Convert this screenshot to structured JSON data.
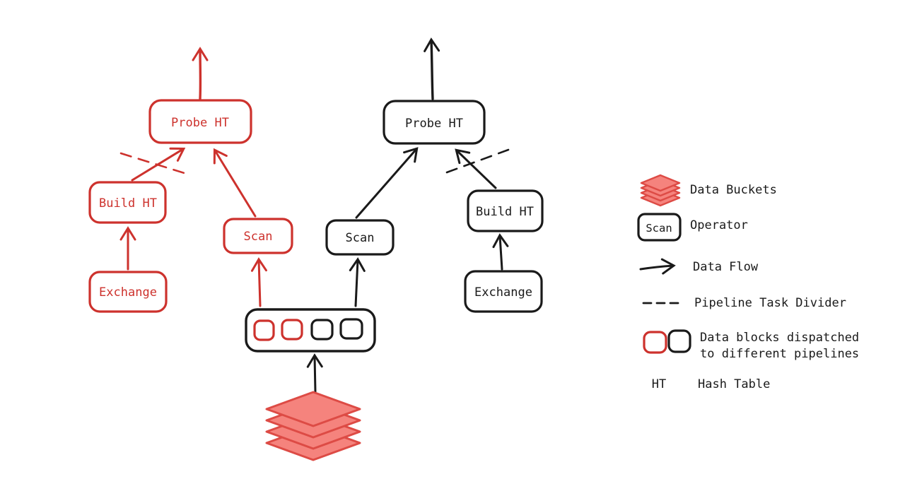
{
  "red_pipeline": {
    "probe_ht": "Probe HT",
    "build_ht": "Build HT",
    "scan": "Scan",
    "exchange": "Exchange"
  },
  "black_pipeline": {
    "probe_ht": "Probe HT",
    "build_ht": "Build HT",
    "scan": "Scan",
    "exchange": "Exchange"
  },
  "legend": {
    "data_buckets_label": "Data Buckets",
    "operator_example": "Scan",
    "operator_label": "Operator",
    "data_flow_label": "Data Flow",
    "divider_label": "Pipeline Task Divider",
    "data_blocks_label_line1": "Data blocks dispatched",
    "data_blocks_label_line2": "to different pipelines",
    "ht_abbreviation": "HT",
    "ht_label": "Hash Table"
  },
  "colors": {
    "red_pipeline": "#cd322d",
    "black_pipeline": "#1a1a1a",
    "bucket_fill": "#f5837d",
    "bucket_stroke": "#dd4b45",
    "background": "#ffffff"
  }
}
